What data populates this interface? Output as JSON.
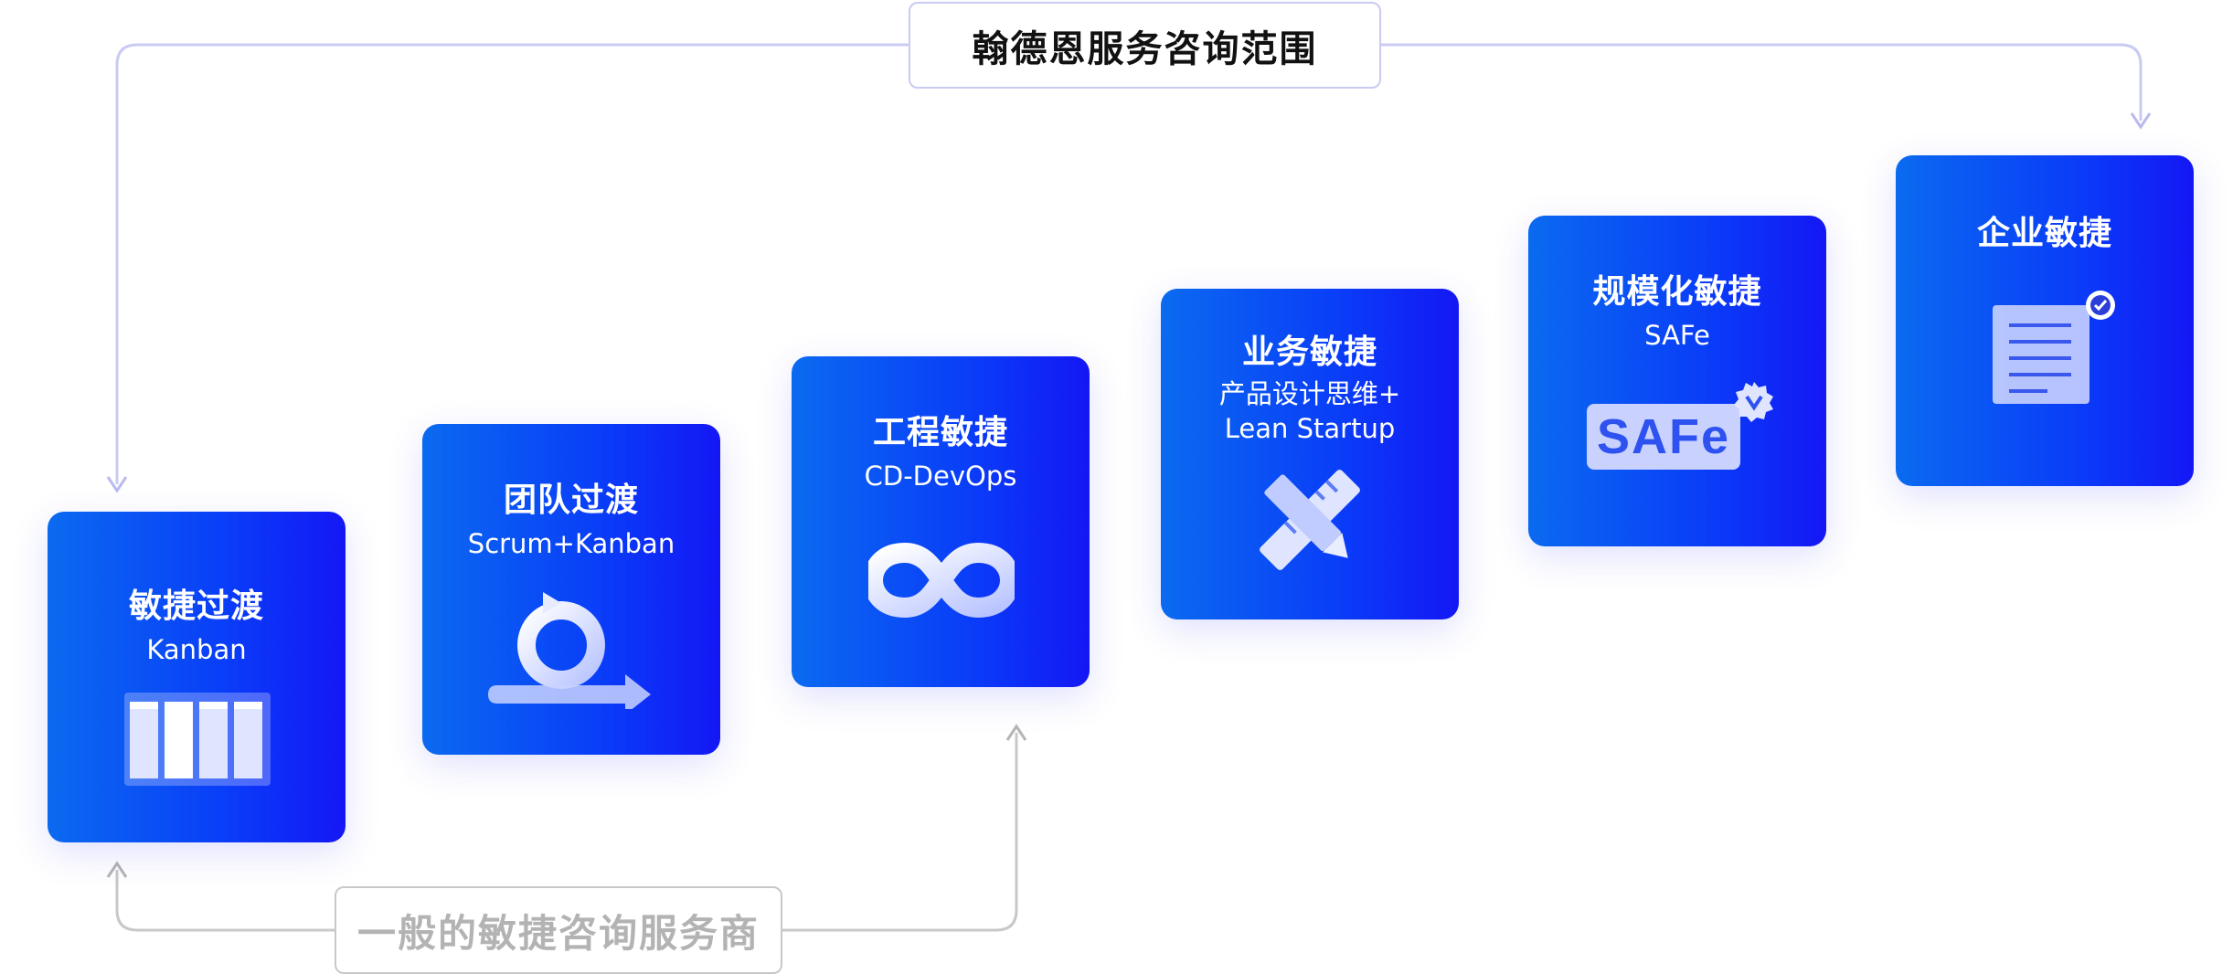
{
  "scope": {
    "top_label": "翰德恩服务咨询范围",
    "bottom_label": "一般的敏捷咨询服务商"
  },
  "stages": [
    {
      "title": "敏捷过渡",
      "subtitle": "Kanban",
      "icon": "kanban-board-icon"
    },
    {
      "title": "团队过渡",
      "subtitle": "Scrum+Kanban",
      "icon": "cycle-arrow-icon"
    },
    {
      "title": "工程敏捷",
      "subtitle": "CD-DevOps",
      "icon": "infinity-icon"
    },
    {
      "title": "业务敏捷",
      "subtitle": "产品设计思维+",
      "subtitle2": "Lean Startup",
      "icon": "pencil-ruler-icon"
    },
    {
      "title": "规模化敏捷",
      "subtitle": "SAFe",
      "icon": "safe-badge-icon",
      "icon_text": "SAFe"
    },
    {
      "title": "企业敏捷",
      "subtitle": "",
      "icon": "checked-document-icon"
    }
  ],
  "colors": {
    "card_start": "#0b6af0",
    "card_end": "#1417f5",
    "top_connector": "#c9cbf2",
    "bottom_connector": "#c8c8c8",
    "icon_fill": "#c9d2ff"
  }
}
